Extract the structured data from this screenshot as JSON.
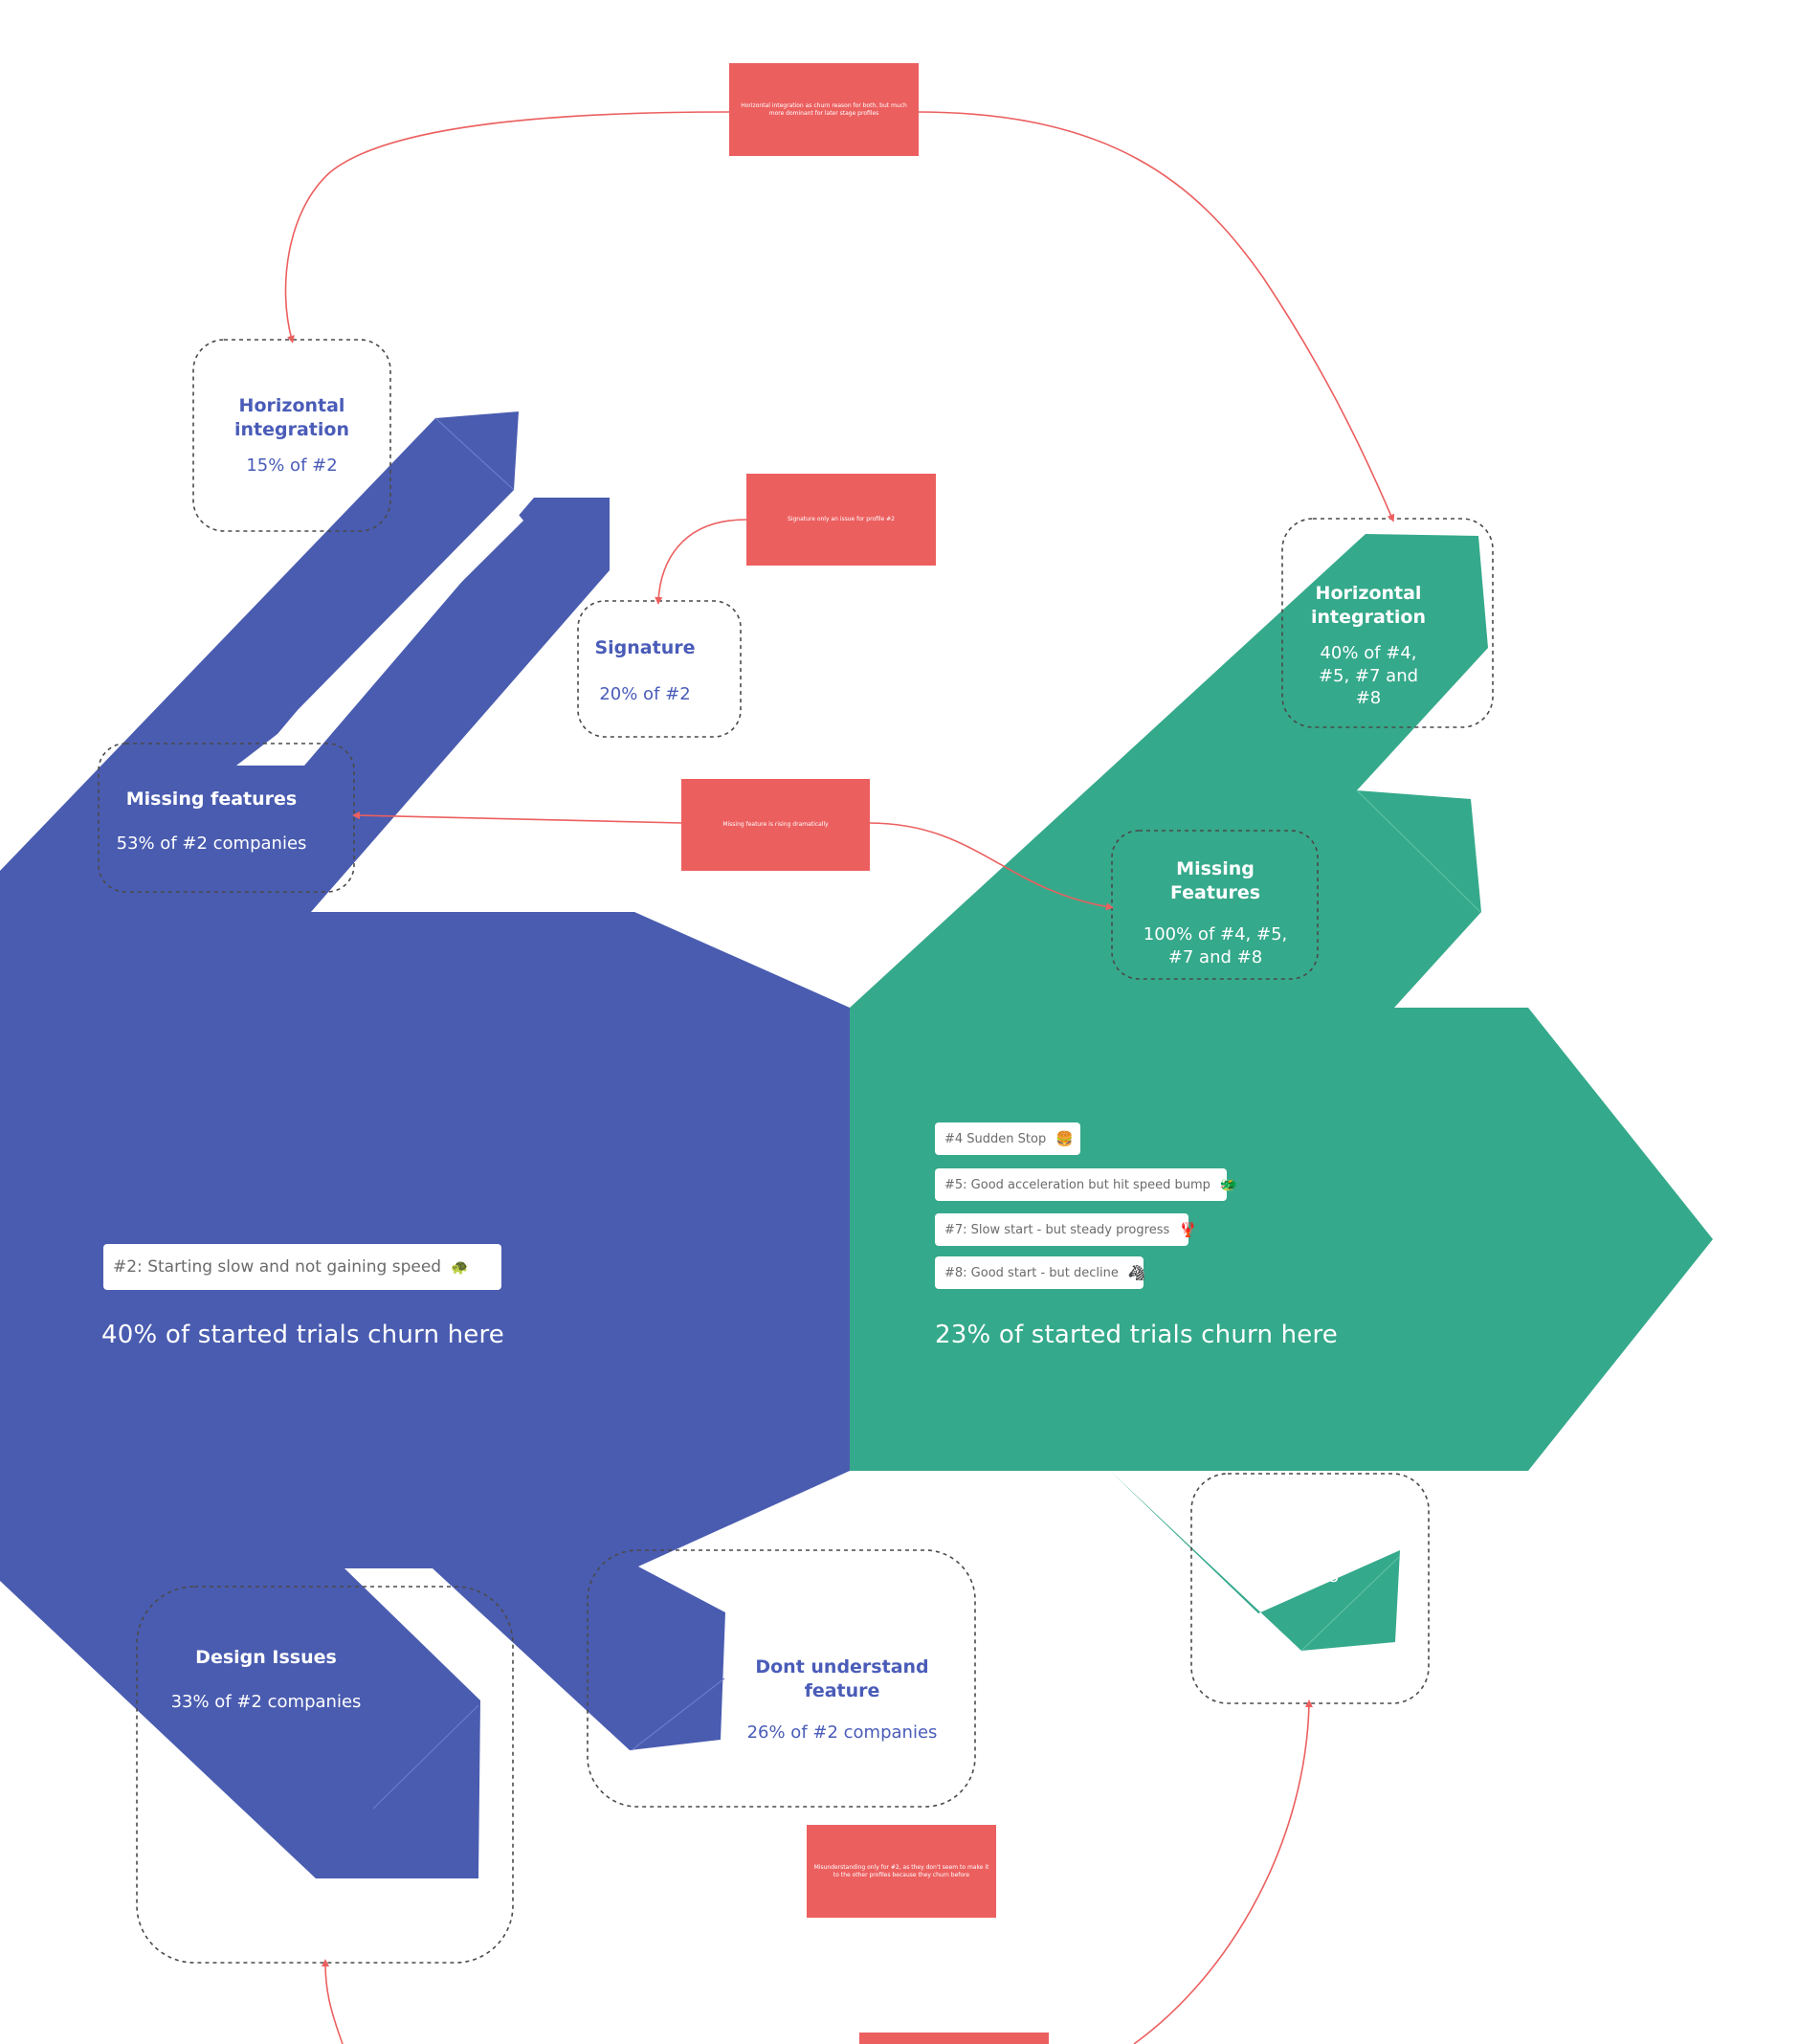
{
  "colors": {
    "blue": "#4a5cb0",
    "green": "#35a98b",
    "note_red": "#ec5f5f",
    "arrow": "#ec5f5f",
    "text_blue": "#4a5cb8"
  },
  "boxes": {
    "h_int_blue": {
      "title": "Horizontal integration",
      "sub": "15% of #2"
    },
    "signature": {
      "title": "Signature",
      "sub": "20% of #2"
    },
    "missing_blue": {
      "title": "Missing features",
      "sub": "53% of #2 companies"
    },
    "h_int_green": {
      "title": "Horizontal integration",
      "sub": "40% of #4, #5, #7 and #8"
    },
    "missing_green": {
      "title": "Missing Features",
      "sub": "100% of #4, #5, #7 and #8"
    },
    "design_green": {
      "title": "Design Issues",
      "sub": "20% of #4, #5, #7 and #8"
    },
    "design_blue": {
      "title": "Design Issues",
      "sub": "33% of #2 companies"
    },
    "dont_understand": {
      "title": "Dont understand feature",
      "sub": "26% of #2 companies"
    }
  },
  "notes": {
    "top": "Horizontal integration as churn reason for both, but much more dominant for later stage profiles",
    "signature": "Signature only an issue for profile #2",
    "missing": "Missing feature is rising dramatically",
    "bottom": "Misunderstanding only for #2, as they don't seem to make it to the other profiles because they churn before"
  },
  "tags": {
    "blue": [
      {
        "text": "#2: Starting slow and not gaining speed",
        "emoji": "🐢"
      }
    ],
    "green": [
      {
        "text": "#4 Sudden Stop",
        "emoji": "🍔"
      },
      {
        "text": "#5: Good acceleration but hit speed bump",
        "emoji": "🐲"
      },
      {
        "text": "#7: Slow start - but steady progress",
        "emoji": "🦞"
      },
      {
        "text": "#8: Good start - but decline",
        "emoji": "🦓"
      }
    ]
  },
  "main": {
    "blue_label": "40% of started trials churn here",
    "green_label": "23% of started trials churn here"
  }
}
